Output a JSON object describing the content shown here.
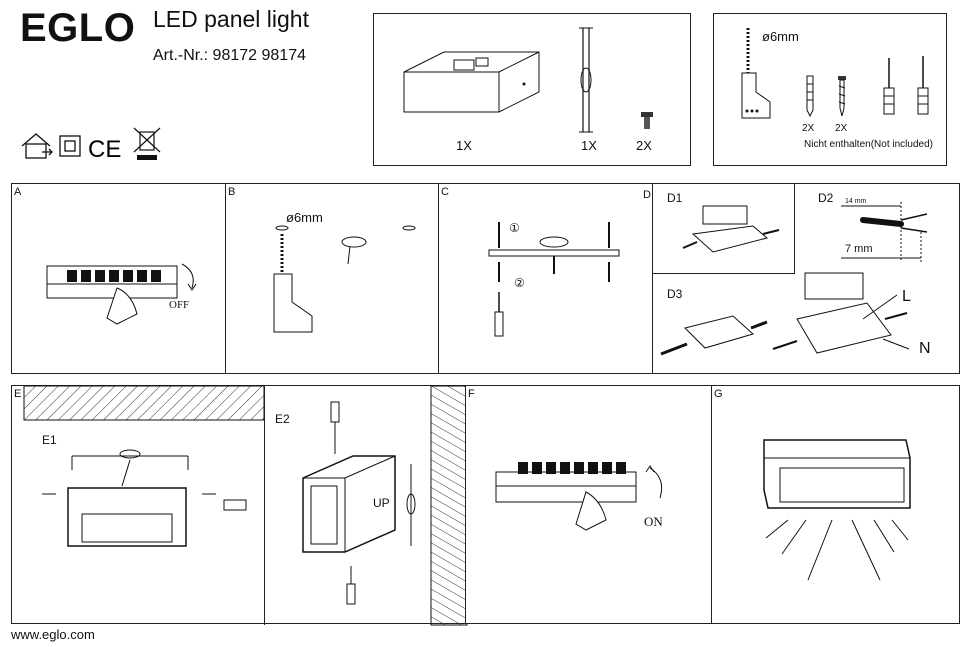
{
  "header": {
    "brand": "EGLO",
    "product_title": "LED panel light",
    "art_nr": "Art.-Nr.: 98172 98174",
    "ce_mark": "CE"
  },
  "package_contents": {
    "items": [
      {
        "qty": "1X",
        "icon": "panel-housing-icon"
      },
      {
        "qty": "1X",
        "icon": "mounting-bracket-icon"
      },
      {
        "qty": "2X",
        "icon": "screw-icon"
      }
    ]
  },
  "tools": {
    "drill_size": "ø6mm",
    "items": [
      {
        "qty": "2X",
        "icon": "wall-plug-icon"
      },
      {
        "qty": "2X",
        "icon": "wood-screw-icon"
      }
    ],
    "not_included": "Nicht enthalten(Not included)"
  },
  "steps": {
    "A": {
      "label": "A",
      "text": "OFF"
    },
    "B": {
      "label": "B",
      "drill": "ø6mm"
    },
    "C": {
      "label": "C",
      "step1": "①",
      "step2": "②"
    },
    "D": {
      "label": "D",
      "d1": "D1",
      "d2": "D2",
      "d3": "D3",
      "strip_short": "14 mm",
      "strip_long": "7 mm",
      "live": "L",
      "neutral": "N"
    },
    "E": {
      "label": "E",
      "e1": "E1",
      "e2": "E2",
      "up": "UP"
    },
    "F": {
      "label": "F",
      "text": "ON"
    },
    "G": {
      "label": "G"
    }
  },
  "footer": {
    "website": "www.eglo.com"
  }
}
